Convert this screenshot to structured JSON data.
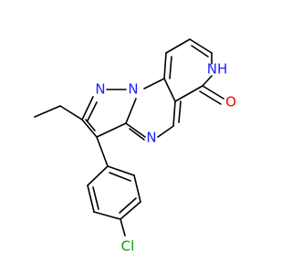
{
  "molecule": {
    "colors": {
      "carbon_bond": "#000000",
      "nitrogen": "#1f1fff",
      "oxygen": "#ff0000",
      "chlorine": "#00a000"
    },
    "atoms": {
      "N_pyrazole_2": {
        "text": "N",
        "element": "nitrogen"
      },
      "N_bridge": {
        "text": "N",
        "element": "nitrogen"
      },
      "N_pyrimidine": {
        "text": "N",
        "element": "nitrogen"
      },
      "NH_lactam": {
        "text": "NH",
        "element": "nitrogen"
      },
      "O_carbonyl": {
        "text": "O",
        "element": "oxygen"
      },
      "Cl": {
        "text": "Cl",
        "element": "chlorine"
      }
    }
  }
}
